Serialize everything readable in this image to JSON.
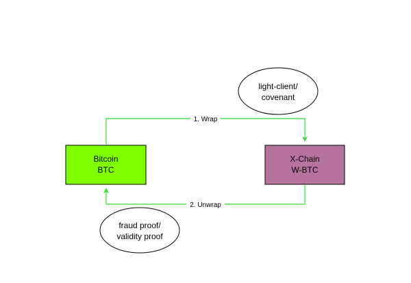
{
  "colors": {
    "edge": "#33dd33",
    "bitcoin_fill": "#7fff00",
    "xchain_fill": "#b5739d",
    "stroke": "#000000",
    "background": "#ffffff"
  },
  "nodes": {
    "bitcoin": {
      "line1": "Bitcoin",
      "line2": "BTC"
    },
    "xchain": {
      "line1": "X-Chain",
      "line2": "W-BTC"
    },
    "light_client": {
      "line1": "light-client/",
      "line2": "covenant"
    },
    "fraud_proof": {
      "line1": "fraud proof/",
      "line2": "validity proof"
    }
  },
  "edges": {
    "wrap": {
      "label": "1. Wrap"
    },
    "unwrap": {
      "label": "2. Unwrap"
    }
  }
}
